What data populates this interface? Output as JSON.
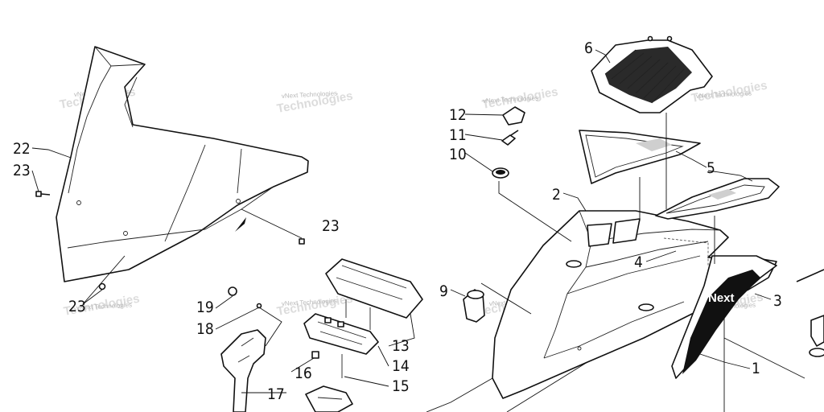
{
  "callouts": {
    "c1": "1",
    "c2": "2",
    "c3": "3",
    "c4": "4",
    "c5": "5",
    "c6": "6",
    "c9": "9",
    "c10": "10",
    "c11": "11",
    "c12": "12",
    "c13": "13",
    "c14": "14",
    "c15": "15",
    "c16": "16",
    "c17": "17",
    "c18": "18",
    "c19": "19",
    "c22": "22",
    "c23a": "23",
    "c23b": "23",
    "c23c": "23"
  },
  "watermark": "vNext Technologies",
  "colors": {
    "line": "#111111",
    "watermark": "#b9b9b9",
    "background": "#ffffff"
  }
}
